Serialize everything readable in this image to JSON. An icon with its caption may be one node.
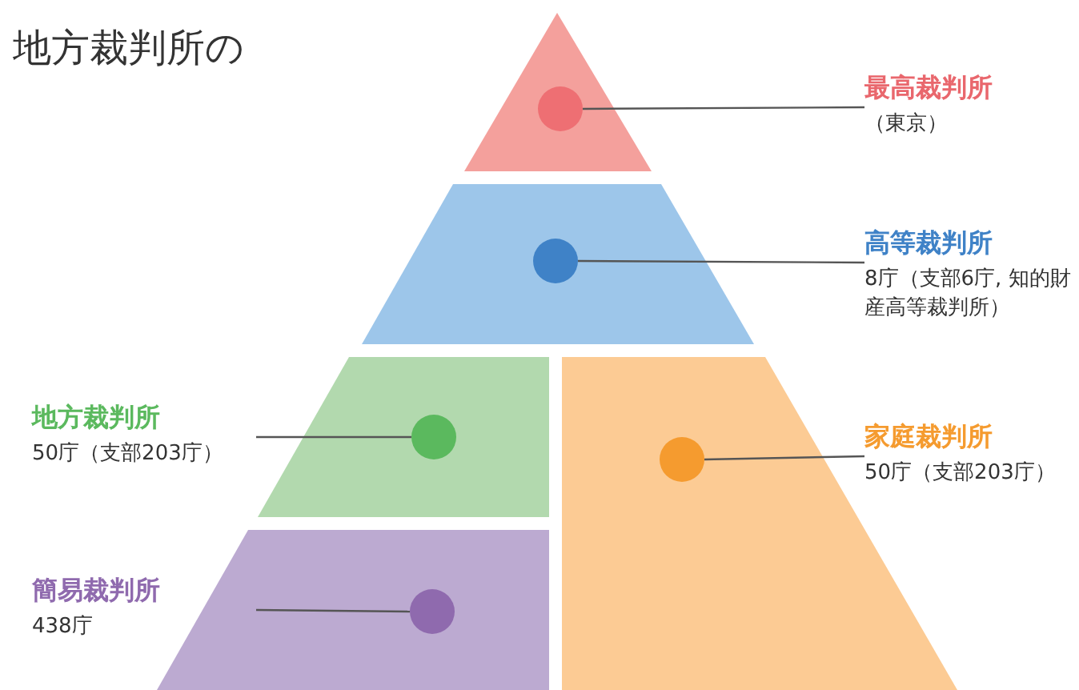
{
  "diagram": {
    "title": "地方裁判所の",
    "nodes": [
      {
        "text": [],
        "shape": "triangle"
      },
      {
        "text": [],
        "shape": "circle",
        "in": 0
      },
      {
        "text": [
          "最高裁判所",
          "（東京）"
        ]
      },
      {
        "text": [],
        "shape": "trapezoid"
      },
      {
        "text": [],
        "shape": "circle",
        "in": 3
      },
      {
        "text": [
          "高等裁判所",
          "8庁（支部6庁, 知的財産高等裁判所）"
        ]
      },
      {
        "text": [],
        "shape": "trapezoid"
      },
      {
        "text": [],
        "shape": "circle",
        "in": 6
      },
      {
        "text": [
          "地方裁判所",
          "50庁（支部203庁）"
        ]
      },
      {
        "text": [],
        "shape": "trapezoid"
      },
      {
        "text": [],
        "shape": "circle",
        "in": 9
      },
      {
        "text": [
          "家庭裁判所",
          "50庁（支部203庁）"
        ]
      },
      {
        "text": [],
        "shape": "trapezoid"
      },
      {
        "text": [],
        "shape": "circle",
        "in": 12
      },
      {
        "text": [
          "簡易裁判所",
          "438庁"
        ]
      }
    ],
    "edges": [
      {
        "from": 2,
        "to": 1,
        "arrow": "none"
      },
      {
        "from": 5,
        "to": 4,
        "arrow": "none"
      },
      {
        "from": 8,
        "to": 7,
        "arrow": "none"
      },
      {
        "from": 11,
        "to": 10,
        "arrow": "none"
      },
      {
        "from": 14,
        "to": 13,
        "arrow": "none"
      }
    ]
  }
}
